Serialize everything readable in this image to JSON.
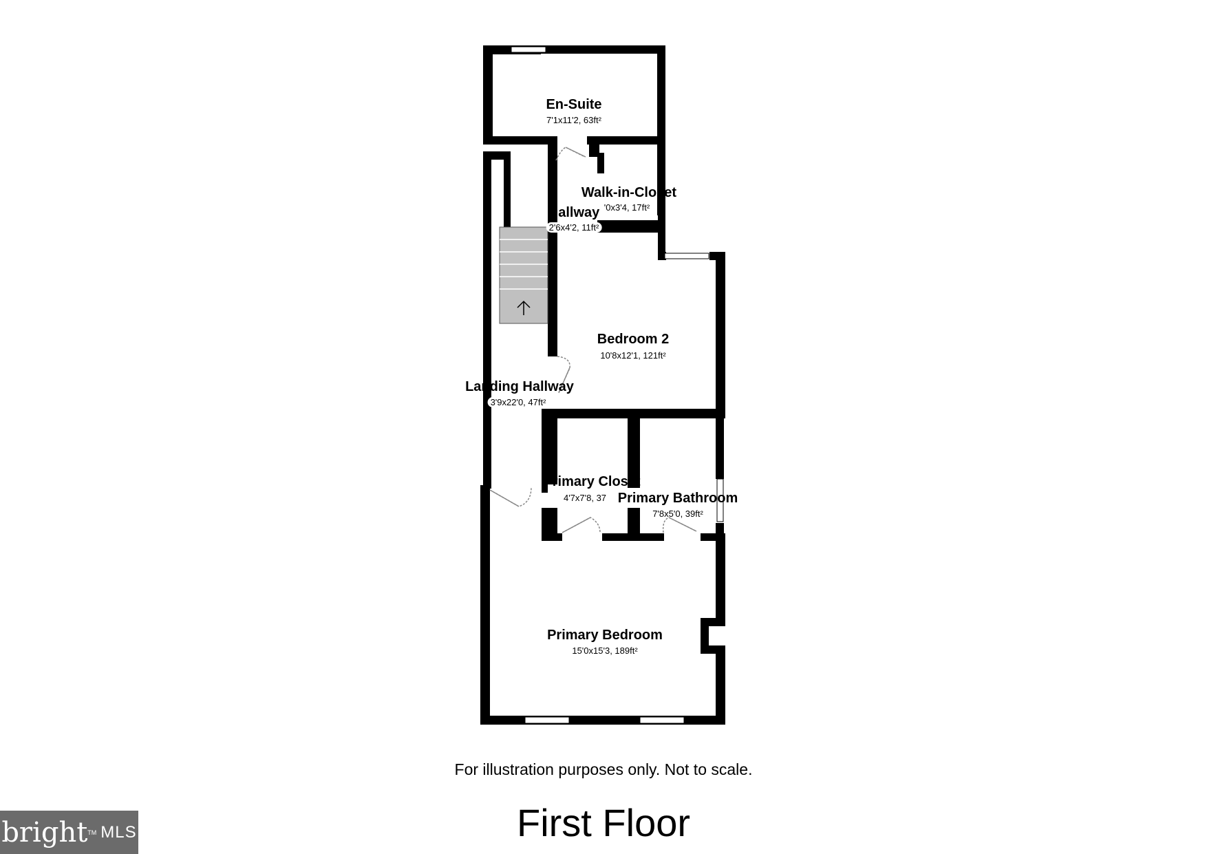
{
  "floor_title": "First Floor",
  "disclaimer": "For illustration purposes only. Not to scale.",
  "logo": {
    "brand": "bright",
    "tm": "TM",
    "suffix": "MLS",
    "background": "#6b6b6b"
  },
  "rooms": [
    {
      "id": "en-suite",
      "name": "En-Suite",
      "dimensions": "7'1x11'2, 63ft²"
    },
    {
      "id": "walk-in-closet",
      "name": "Walk-in-Closet",
      "dimensions": "'0x3'4, 17ft²"
    },
    {
      "id": "hallway",
      "name": "Hallway",
      "dimensions": "2'6x4'2, 11ft²"
    },
    {
      "id": "bedroom-2",
      "name": "Bedroom 2",
      "dimensions": "10'8x12'1, 121ft²"
    },
    {
      "id": "landing-hallway",
      "name": "Landing Hallway",
      "dimensions": "3'9x22'0, 47ft²"
    },
    {
      "id": "primary-closet",
      "name": "Primary Closet",
      "dimensions": "4'7x7'8, 37"
    },
    {
      "id": "primary-bathroom",
      "name": "Primary Bathroom",
      "dimensions": "7'8x5'0, 39ft²"
    },
    {
      "id": "primary-bedroom",
      "name": "Primary Bedroom",
      "dimensions": "15'0x15'3, 189ft²"
    }
  ],
  "colors": {
    "wall": "#000000",
    "stairs": "#c0c0c0",
    "door_swing": "#888888",
    "background": "#ffffff"
  }
}
